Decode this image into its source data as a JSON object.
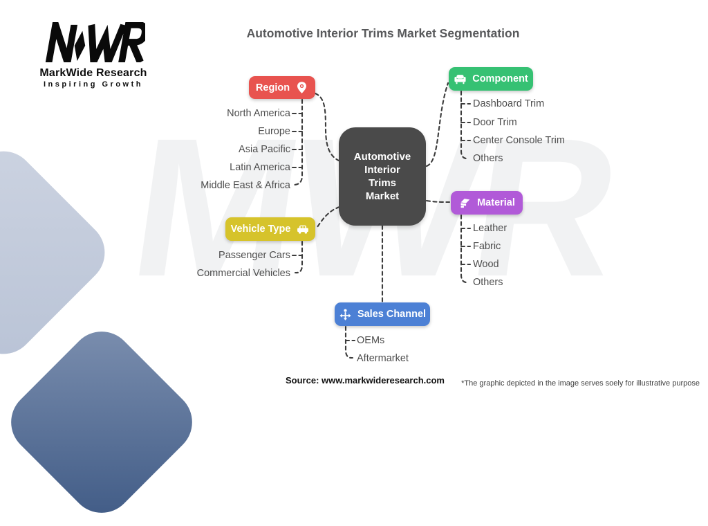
{
  "page_title": "Automotive Interior Trims Market Segmentation",
  "logo": {
    "acronym": "MWR",
    "name": "MarkWide Research",
    "tagline": "Inspiring Growth"
  },
  "watermark_text": "MWR",
  "center_node": {
    "color": "#4a4a4a",
    "lines": [
      "Automotive",
      "Interior",
      "Trims",
      "Market"
    ]
  },
  "branches": {
    "region": {
      "label": "Region",
      "color": "#e8534f",
      "icon": "map-pin-gear-icon",
      "items": [
        "North America",
        "Europe",
        "Asia Pacific",
        "Latin America",
        "Middle East & Africa"
      ]
    },
    "component": {
      "label": "Component",
      "color": "#36c173",
      "icon": "sofa-icon",
      "items": [
        "Dashboard Trim",
        "Door Trim",
        "Center Console Trim",
        "Others"
      ]
    },
    "material": {
      "label": "Material",
      "color": "#b15ad8",
      "icon": "material-swatch-icon",
      "items": [
        "Leather",
        "Fabric",
        "Wood",
        "Others"
      ]
    },
    "vehicle_type": {
      "label": "Vehicle Type",
      "color": "#d6c32b",
      "icon": "car-icon",
      "items": [
        "Passenger Cars",
        "Commercial Vehicles"
      ]
    },
    "sales_channel": {
      "label": "Sales Channel",
      "color": "#4c80d5",
      "icon": "distribution-icon",
      "items": [
        "OEMs",
        "Aftermarket"
      ]
    }
  },
  "footer": {
    "source": "Source: www.markwideresearch.com",
    "disclaimer": "*The graphic depicted in the image serves soely for illustrative purpose"
  }
}
